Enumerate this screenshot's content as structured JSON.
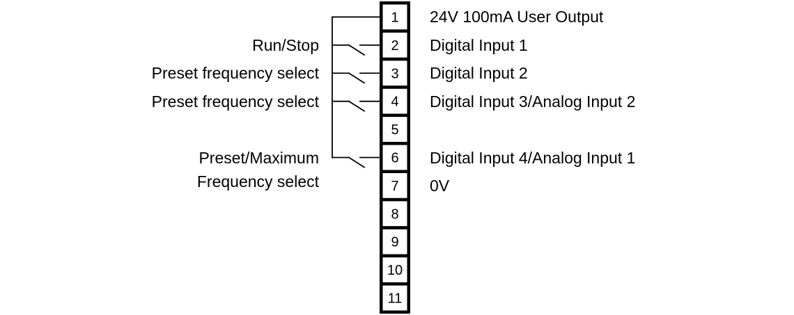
{
  "diagram": {
    "name": "drive-control-terminal-wiring",
    "colors": {
      "line": "#000000",
      "box_border": "#000000",
      "box_fill": "#ffffff",
      "text": "#000000",
      "background": "#ffffff"
    },
    "terminals": [
      {
        "number": "1",
        "right_label": "24V 100mA User Output",
        "left_label": "",
        "connection": "wire"
      },
      {
        "number": "2",
        "right_label": "Digital Input 1",
        "left_label": "Run/Stop",
        "connection": "switch"
      },
      {
        "number": "3",
        "right_label": "Digital Input 2",
        "left_label": "Preset frequency select",
        "connection": "switch"
      },
      {
        "number": "4",
        "right_label": "Digital Input 3/Analog Input 2",
        "left_label": "Preset frequency select",
        "connection": "switch"
      },
      {
        "number": "5",
        "right_label": "",
        "left_label": "",
        "connection": "none"
      },
      {
        "number": "6",
        "right_label": "Digital Input 4/Analog Input 1",
        "left_label": "Preset/Maximum\nFrequency select",
        "connection": "switch"
      },
      {
        "number": "7",
        "right_label": "0V",
        "left_label": "",
        "connection": "none"
      },
      {
        "number": "8",
        "right_label": "",
        "left_label": "",
        "connection": "none"
      },
      {
        "number": "9",
        "right_label": "",
        "left_label": "",
        "connection": "none"
      },
      {
        "number": "10",
        "right_label": "",
        "left_label": "",
        "connection": "none"
      },
      {
        "number": "11",
        "right_label": "",
        "left_label": "",
        "connection": "none"
      }
    ]
  }
}
